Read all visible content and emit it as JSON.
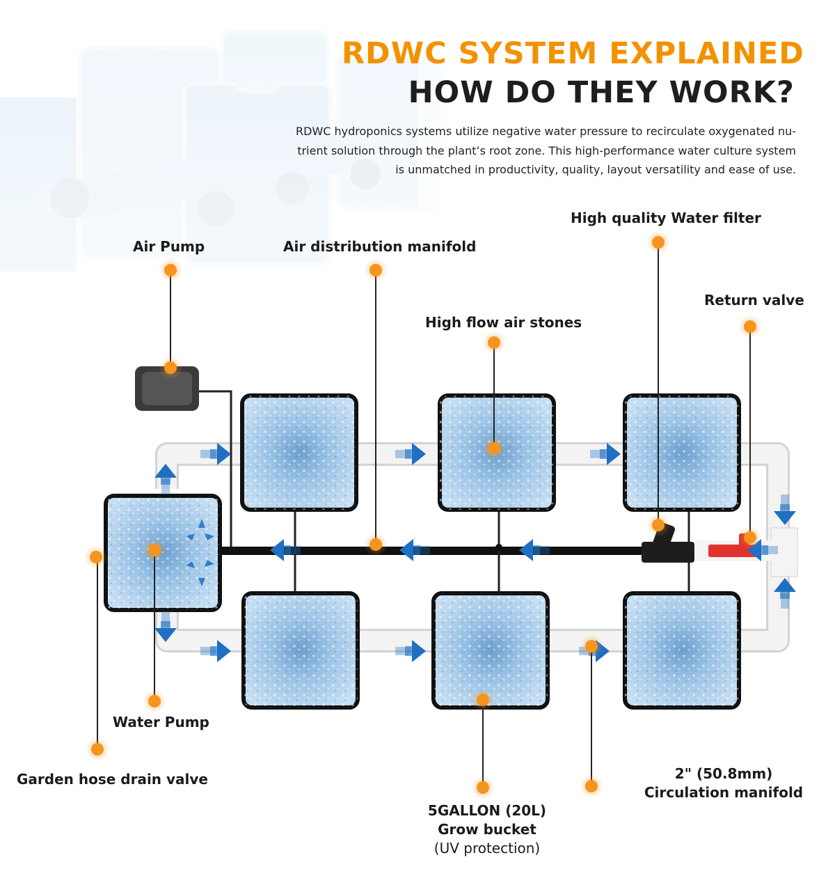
{
  "header": {
    "title_line1": "RDWC SYSTEM EXPLAINED",
    "title_line2": "HOW DO THEY WORK?",
    "description_lines": [
      "RDWC hydroponics systems utilize negative water pressure to recirculate oxygenated nu-",
      "trient solution through the plant’s root zone. This high-performance water culture system",
      "is unmatched in productivity, quality, layout versatility and ease of use."
    ]
  },
  "labels": {
    "air_pump": "Air Pump",
    "air_manifold": "Air distribution manifold",
    "water_filter": "High quality Water filter",
    "return_valve": "Return valve",
    "air_stones": "High flow air stones",
    "water_pump": "Water Pump",
    "drain_valve": "Garden hose drain valve",
    "bucket_line1": "5GALLON (20L)",
    "bucket_line2": "Grow bucket",
    "bucket_line3": "(UV protection)",
    "circ_line1": "2\" (50.8mm)",
    "circ_line2": "Circulation manifold"
  },
  "colors": {
    "accent": "#f39200",
    "marker": "#f7941d",
    "title_dark": "#1e1e1e",
    "arrow": "#1f6fc2",
    "water": "#a9cdea",
    "bucket_border": "#111111",
    "pipe": "#ececec",
    "valve": "#e0312f"
  },
  "icons": {
    "marker": "orange-dot-marker-icon",
    "flow_arrow": "blue-flow-arrow-icon"
  }
}
